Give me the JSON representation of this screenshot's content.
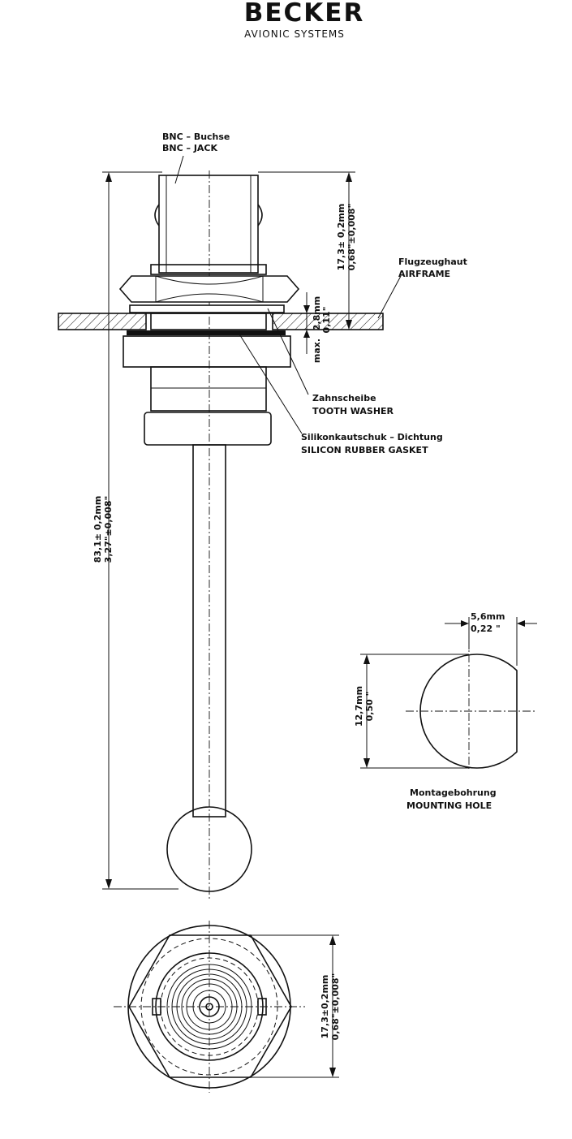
{
  "brand": {
    "name": "BECKER",
    "tagline": "AVIONIC SYSTEMS"
  },
  "labels": {
    "bnc_de": "BNC – Buchse",
    "bnc_en": "BNC – JACK",
    "airframe_de": "Flugzeughaut",
    "airframe_en": "AIRFRAME",
    "washer_de": "Zahnscheibe",
    "washer_en": "TOOTH  WASHER",
    "gasket_de": "Silikonkautschuk – Dichtung",
    "gasket_en": "SILICON RUBBER GASKET",
    "hole_de": "Montagebohrung",
    "hole_en": "MOUNTING HOLE"
  },
  "dimensions": {
    "top_height_mm": "17,3± 0,2mm",
    "top_height_in": "0,68\"±0,008\"",
    "thickness_mm": "2,8mm",
    "thickness_in": "0,11\"",
    "thickness_note": "max.",
    "total_mm": "83,1± 0,2mm",
    "total_in": "3,27\"±0,008\"",
    "flat_mm": "5,6mm",
    "flat_in": "0,22 \"",
    "hole_mm": "12,7mm",
    "hole_in": "0,50 \"",
    "bottom_mm": "17,3±0,2mm",
    "bottom_in": "0,68\"±0,008\""
  }
}
